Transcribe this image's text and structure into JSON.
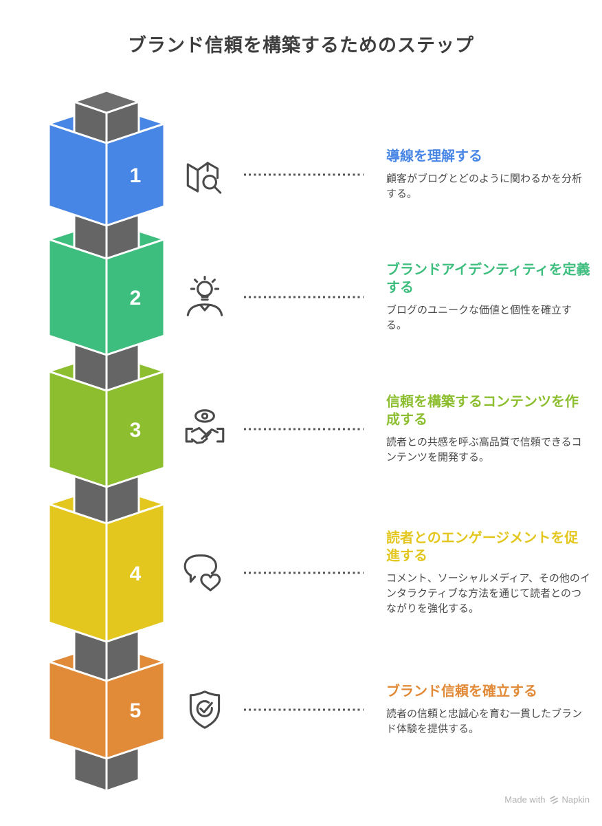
{
  "title": "ブランド信頼を構築するためのステップ",
  "footer": {
    "made_with": "Made with",
    "brand": "Napkin"
  },
  "colors": {
    "pillar": "#656565",
    "pillar_top": "#6e6e6e",
    "heading_text": "#3e3e3e",
    "desc_text": "#4a4a4a",
    "dots": "#555555",
    "icon_stroke": "#4a4a4a",
    "footer_text": "#b3b3b3"
  },
  "steps": [
    {
      "number": "1",
      "color": "#4886e5",
      "icon": "map-search-icon",
      "title": "導線を理解する",
      "description": "顧客がブログとどのように関わるかを分析する。"
    },
    {
      "number": "2",
      "color": "#3ebe7e",
      "icon": "idea-person-icon",
      "title": "ブランドアイデンティティを定義する",
      "description": "ブログのユニークな価値と個性を確立する。"
    },
    {
      "number": "3",
      "color": "#8cbe30",
      "icon": "eye-handshake-icon",
      "title": "信頼を構築するコンテンツを作成する",
      "description": "読者との共感を呼ぶ高品質で信頼できるコンテンツを開発する。"
    },
    {
      "number": "4",
      "color": "#e3c71f",
      "icon": "chat-heart-icon",
      "title": "読者とのエンゲージメントを促進する",
      "description": "コメント、ソーシャルメディア、その他のインタラクティブな方法を通じて読者とのつながりを強化する。"
    },
    {
      "number": "5",
      "color": "#e18a38",
      "icon": "shield-check-icon",
      "title": "ブランド信頼を確立する",
      "description": "読者の信頼と忠誠心を育む一貫したブランド体験を提供する。"
    }
  ]
}
